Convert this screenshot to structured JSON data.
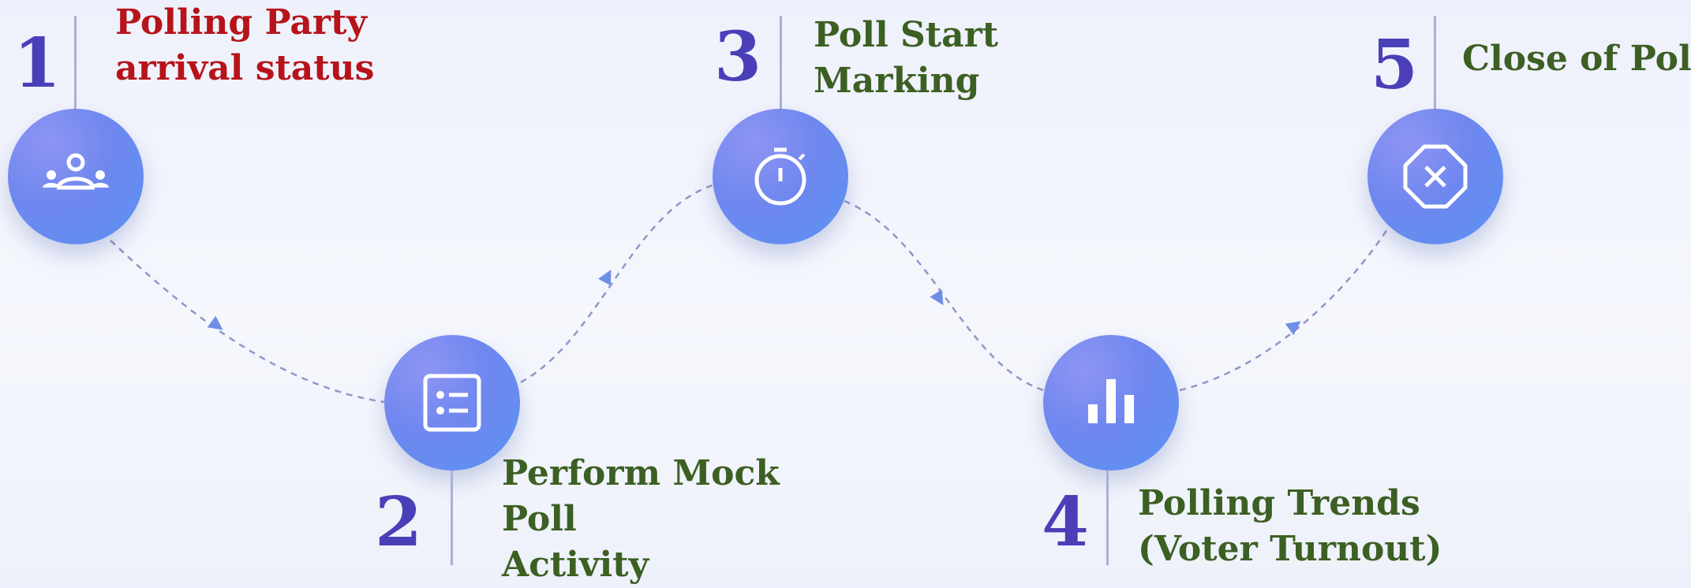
{
  "steps": [
    {
      "number": "1",
      "lines": [
        "Polling Party",
        "arrival status"
      ],
      "label_color": "#b7131a",
      "icon": "meeting-group-icon"
    },
    {
      "number": "2",
      "lines": [
        "Perform Mock",
        "Poll",
        "Activity"
      ],
      "label_color": "#3c5f23",
      "icon": "checklist-icon"
    },
    {
      "number": "3",
      "lines": [
        "Poll Start",
        "Marking"
      ],
      "label_color": "#3c5f23",
      "icon": "stopwatch-icon"
    },
    {
      "number": "4",
      "lines": [
        "Polling Trends",
        "(Voter Turnout)"
      ],
      "label_color": "#3c5f23",
      "icon": "bar-chart-icon"
    },
    {
      "number": "5",
      "lines": [
        "Close of Poll"
      ],
      "label_color": "#3c5f23",
      "icon": "octagon-x-icon"
    }
  ],
  "colors": {
    "number": "#4a3fb8",
    "circle": "#6f87ef",
    "connector": "#8f97c6",
    "arrow": "#6f8ee6"
  }
}
